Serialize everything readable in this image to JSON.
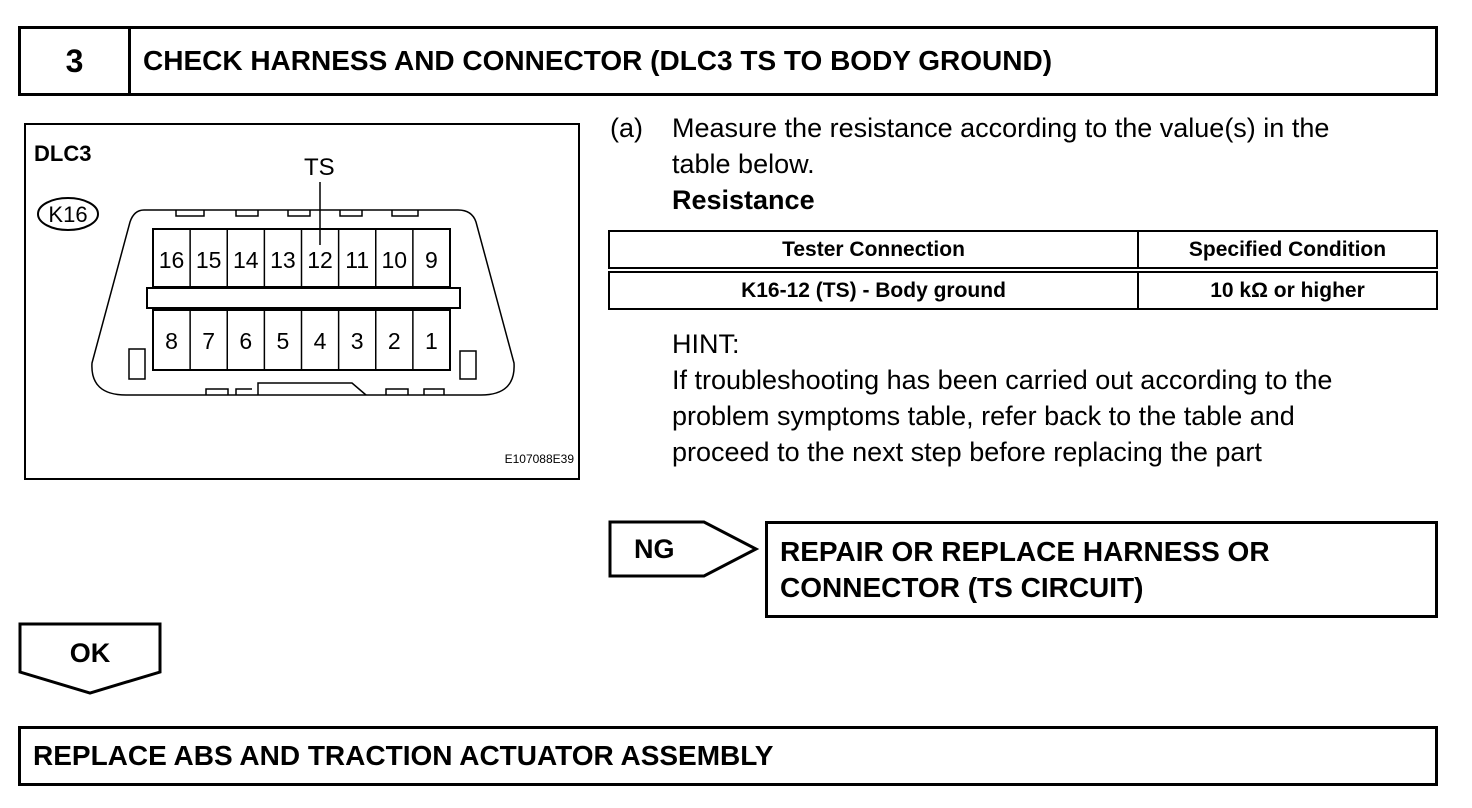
{
  "step": {
    "number": "3",
    "title": "CHECK HARNESS AND CONNECTOR (DLC3 TS TO BODY GROUND)"
  },
  "figure": {
    "connector_name": "DLC3",
    "connector_code": "K16",
    "terminal_label": "TS",
    "figure_id": "E107088E39",
    "top_pins": [
      "16",
      "15",
      "14",
      "13",
      "12",
      "11",
      "10",
      "9"
    ],
    "bottom_pins": [
      "8",
      "7",
      "6",
      "5",
      "4",
      "3",
      "2",
      "1"
    ]
  },
  "instructions": {
    "item_marker": "(a)",
    "line1": "Measure the resistance according to the value(s) in the",
    "line2": "table below.",
    "subheading": "Resistance"
  },
  "resistance_table": {
    "headers": [
      "Tester Connection",
      "Specified Condition"
    ],
    "rows": [
      [
        "K16-12 (TS) - Body ground",
        "10 kΩ or higher"
      ]
    ]
  },
  "hint": {
    "label": "HINT:",
    "lines": [
      "If troubleshooting has been carried out according to the",
      "problem symptoms table, refer back to the table and",
      "proceed to the next step before replacing the part"
    ]
  },
  "flow": {
    "ng_label": "NG",
    "ng_action_line1": "REPAIR OR REPLACE HARNESS OR",
    "ng_action_line2": "CONNECTOR (TS CIRCUIT)",
    "ok_label": "OK",
    "next_action": "REPLACE ABS AND TRACTION ACTUATOR ASSEMBLY"
  }
}
